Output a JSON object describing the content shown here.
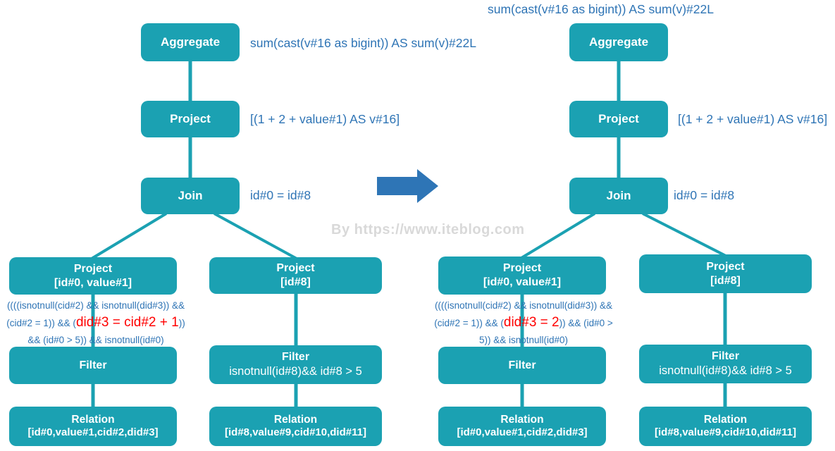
{
  "colors": {
    "node_fill": "#1BA1B2",
    "annotation_blue": "#2E74B5",
    "highlight_red": "#FF0000",
    "watermark_gray": "#D9D9D9",
    "arrow_blue": "#2E75B6"
  },
  "watermark": "By https://www.iteblog.com",
  "left_tree": {
    "aggregate": {
      "label": "Aggregate",
      "annotation": "sum(cast(v#16 as bigint)) AS sum(v)#22L"
    },
    "project": {
      "label": "Project",
      "annotation": "[(1 + 2 + value#1) AS v#16]"
    },
    "join": {
      "label": "Join",
      "annotation": "id#0 = id#8"
    },
    "project_left": {
      "label": "Project",
      "sublabel": "[id#0, value#1]"
    },
    "condition": {
      "before": "((((isnotnull(cid#2) && isnotnull(did#3)) && (cid#2 = 1)) && (",
      "highlight": "did#3 = cid#2 + 1",
      "after": ")) && (id#0 > 5)) && isnotnull(id#0)"
    },
    "filter_left": {
      "label": "Filter"
    },
    "relation_left": {
      "label": "Relation",
      "sublabel": "[id#0,value#1,cid#2,did#3]"
    },
    "project_right": {
      "label": "Project",
      "sublabel": "[id#8]"
    },
    "filter_right": {
      "label": "Filter",
      "sublabel": "isnotnull(id#8)&& id#8 > 5"
    },
    "relation_right": {
      "label": "Relation",
      "sublabel": "[id#8,value#9,cid#10,did#11]"
    }
  },
  "right_tree": {
    "aggregate": {
      "label": "Aggregate",
      "annotation": "sum(cast(v#16 as bigint)) AS sum(v)#22L"
    },
    "project": {
      "label": "Project",
      "annotation": "[(1 + 2 + value#1) AS v#16]"
    },
    "join": {
      "label": "Join",
      "annotation": "id#0 = id#8"
    },
    "project_left": {
      "label": "Project",
      "sublabel": "[id#0, value#1]"
    },
    "condition": {
      "before": "((((isnotnull(cid#2) && isnotnull(did#3)) && (cid#2 = 1)) && (",
      "highlight": "did#3 = 2",
      "after": ")) && (id#0 > 5)) && isnotnull(id#0)"
    },
    "filter_left": {
      "label": "Filter"
    },
    "relation_left": {
      "label": "Relation",
      "sublabel": "[id#0,value#1,cid#2,did#3]"
    },
    "project_right": {
      "label": "Project",
      "sublabel": "[id#8]"
    },
    "filter_right": {
      "label": "Filter",
      "sublabel": "isnotnull(id#8)&& id#8 > 5"
    },
    "relation_right": {
      "label": "Relation",
      "sublabel": "[id#8,value#9,cid#10,did#11]"
    }
  }
}
